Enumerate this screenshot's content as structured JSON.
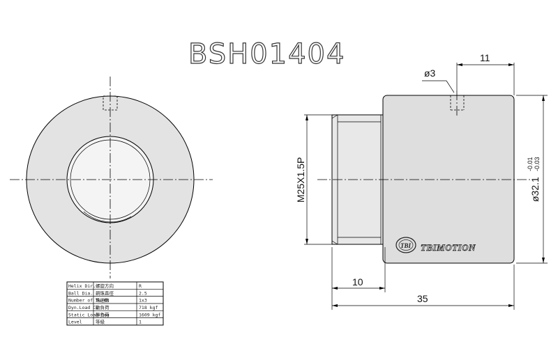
{
  "drawing": {
    "title": "BSH01404",
    "dimensions": {
      "dowel_offset": "11",
      "dowel_diameter": "ø3",
      "thread": "M25X1.5P",
      "outer_diameter": "ø32.1",
      "od_tol_upper": "-0.01",
      "od_tol_lower": "-0.03",
      "thread_length": "10",
      "total_length": "35"
    },
    "brand": {
      "logo_text": "TBI",
      "name": "TBIMOTION"
    },
    "spec_table": {
      "rows": [
        {
          "label": "Helix Dir.",
          "label_cn": "螺旋方向",
          "value": "R"
        },
        {
          "label": "Ball Dia.",
          "label_cn": "鋼珠直徑",
          "value": "2.5"
        },
        {
          "label": "Number of Turns",
          "label_cn": "珠迴數",
          "value": "1x3"
        },
        {
          "label": "Dyn.Load Ca",
          "label_cn": "動負荷",
          "value": "718 kgf"
        },
        {
          "label": "Static Load Coa",
          "label_cn": "靜負荷",
          "value": "1609 kgf"
        },
        {
          "label": "Level",
          "label_cn": "等級",
          "value": "1"
        }
      ]
    }
  }
}
